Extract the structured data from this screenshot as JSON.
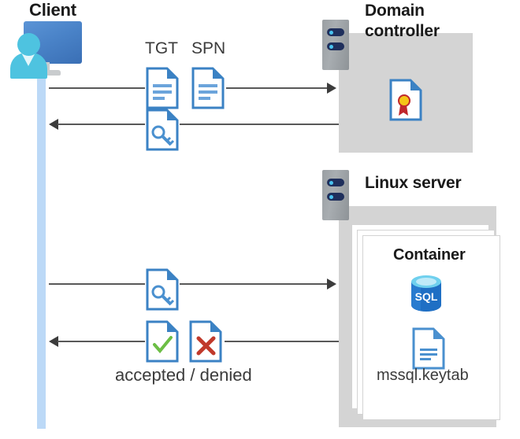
{
  "diagram": {
    "type": "sequence-diagram",
    "title_client": "Client",
    "nodes": {
      "client": {
        "label": "Client",
        "icon": "client-monitor-user-icon"
      },
      "domain_controller": {
        "label": "Domain\ncontroller",
        "label_line1": "Domain",
        "label_line2": "controller",
        "icon": "server-rack-icon",
        "content_icon": "certificate-document-icon"
      },
      "linux_server": {
        "label": "Linux server",
        "icon": "server-rack-icon"
      },
      "container": {
        "label": "Container",
        "icons": [
          "sql-database-icon",
          "keytab-document-icon"
        ],
        "file_label": "mssql.keytab"
      }
    },
    "messages": [
      {
        "id": "msg-1",
        "direction": "right",
        "labels": [
          "TGT",
          "SPN"
        ],
        "icons": [
          "tgt-document-icon",
          "spn-document-icon"
        ]
      },
      {
        "id": "msg-2",
        "direction": "left",
        "labels": [],
        "icons": [
          "key-document-icon"
        ]
      },
      {
        "id": "msg-3",
        "direction": "right",
        "labels": [],
        "icons": [
          "key-document-icon"
        ]
      },
      {
        "id": "msg-4",
        "direction": "left",
        "labels": [
          "accepted / denied"
        ],
        "icons": [
          "accepted-document-icon",
          "denied-document-icon"
        ]
      }
    ],
    "labels": {
      "tgt": "TGT",
      "spn": "SPN",
      "accepted_denied": "accepted / denied"
    },
    "colors": {
      "lifeline": "#bcd9f7",
      "zone_background": "#d4d4d4",
      "doc_outline": "#3b82c4",
      "doc_fold": "#3b82c4",
      "line": "#585858",
      "accent_accept": "#6cbe45",
      "accent_deny": "#c0392b",
      "certificate_gold": "#f5c518",
      "certificate_ribbon": "#c0272d",
      "sql_blue": "#1f6fc4",
      "server_navy": "#1f2f5c",
      "server_dot": "#49c3f0",
      "person_cyan": "#4ec3e0",
      "monitor_blue": "#4a83c8"
    },
    "sql_text": "SQL"
  }
}
